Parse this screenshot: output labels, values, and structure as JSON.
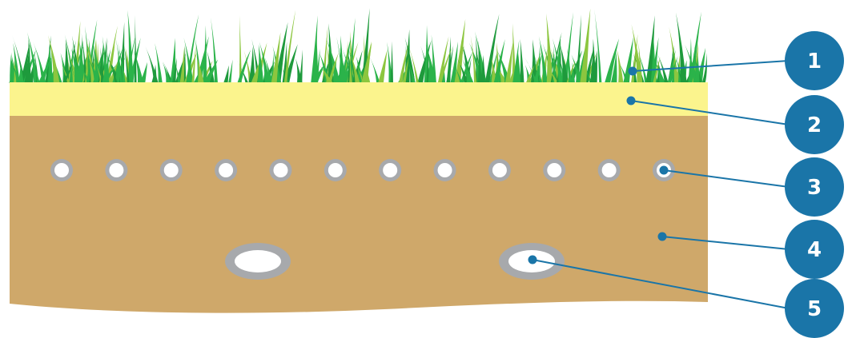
{
  "callouts": [
    {
      "label": "1",
      "target": "grass"
    },
    {
      "label": "2",
      "target": "sand-layer"
    },
    {
      "label": "3",
      "target": "small-drain-pipe"
    },
    {
      "label": "4",
      "target": "soil-layer"
    },
    {
      "label": "5",
      "target": "large-drain-pipe"
    }
  ],
  "colors": {
    "grass_dark": "#1e9a3c",
    "grass_mid": "#2bb34a",
    "grass_light": "#8cc63f",
    "sand": "#fbf48d",
    "soil": "#cfa86a",
    "pipe_ring": "#a7a9ac",
    "pipe_fill": "#ffffff",
    "callout": "#1a75a8",
    "leader": "#1a75a8"
  },
  "counts": {
    "small_pipes": 12,
    "large_pipes": 2
  }
}
